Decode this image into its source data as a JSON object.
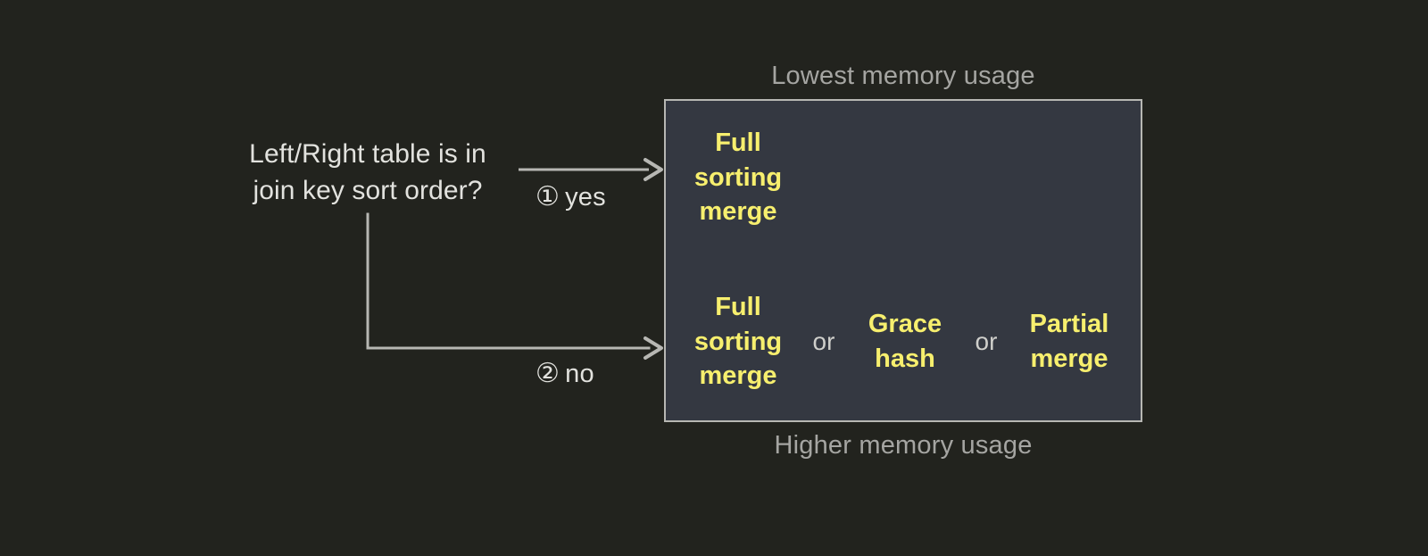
{
  "decision": {
    "question_line1": "Left/Right table is in",
    "question_line2": "join key sort order?"
  },
  "branches": [
    {
      "marker": "①",
      "label": "yes"
    },
    {
      "marker": "②",
      "label": "no"
    }
  ],
  "captions": {
    "top": "Lowest memory usage",
    "bottom": "Higher memory usage"
  },
  "outcomes": {
    "sorted_branch": {
      "options": [
        "Full sorting merge"
      ]
    },
    "unsorted_branch": {
      "options": [
        "Full sorting merge",
        "Grace hash",
        "Partial merge"
      ],
      "separator": "or"
    }
  },
  "colors": {
    "background": "#22231e",
    "panel_fill": "#343841",
    "panel_border": "#b7b7b3",
    "option_text": "#f7ef6e",
    "primary_text": "#e2e2de",
    "muted_text": "#a5a5a2",
    "connector": "#b7b7b3"
  }
}
